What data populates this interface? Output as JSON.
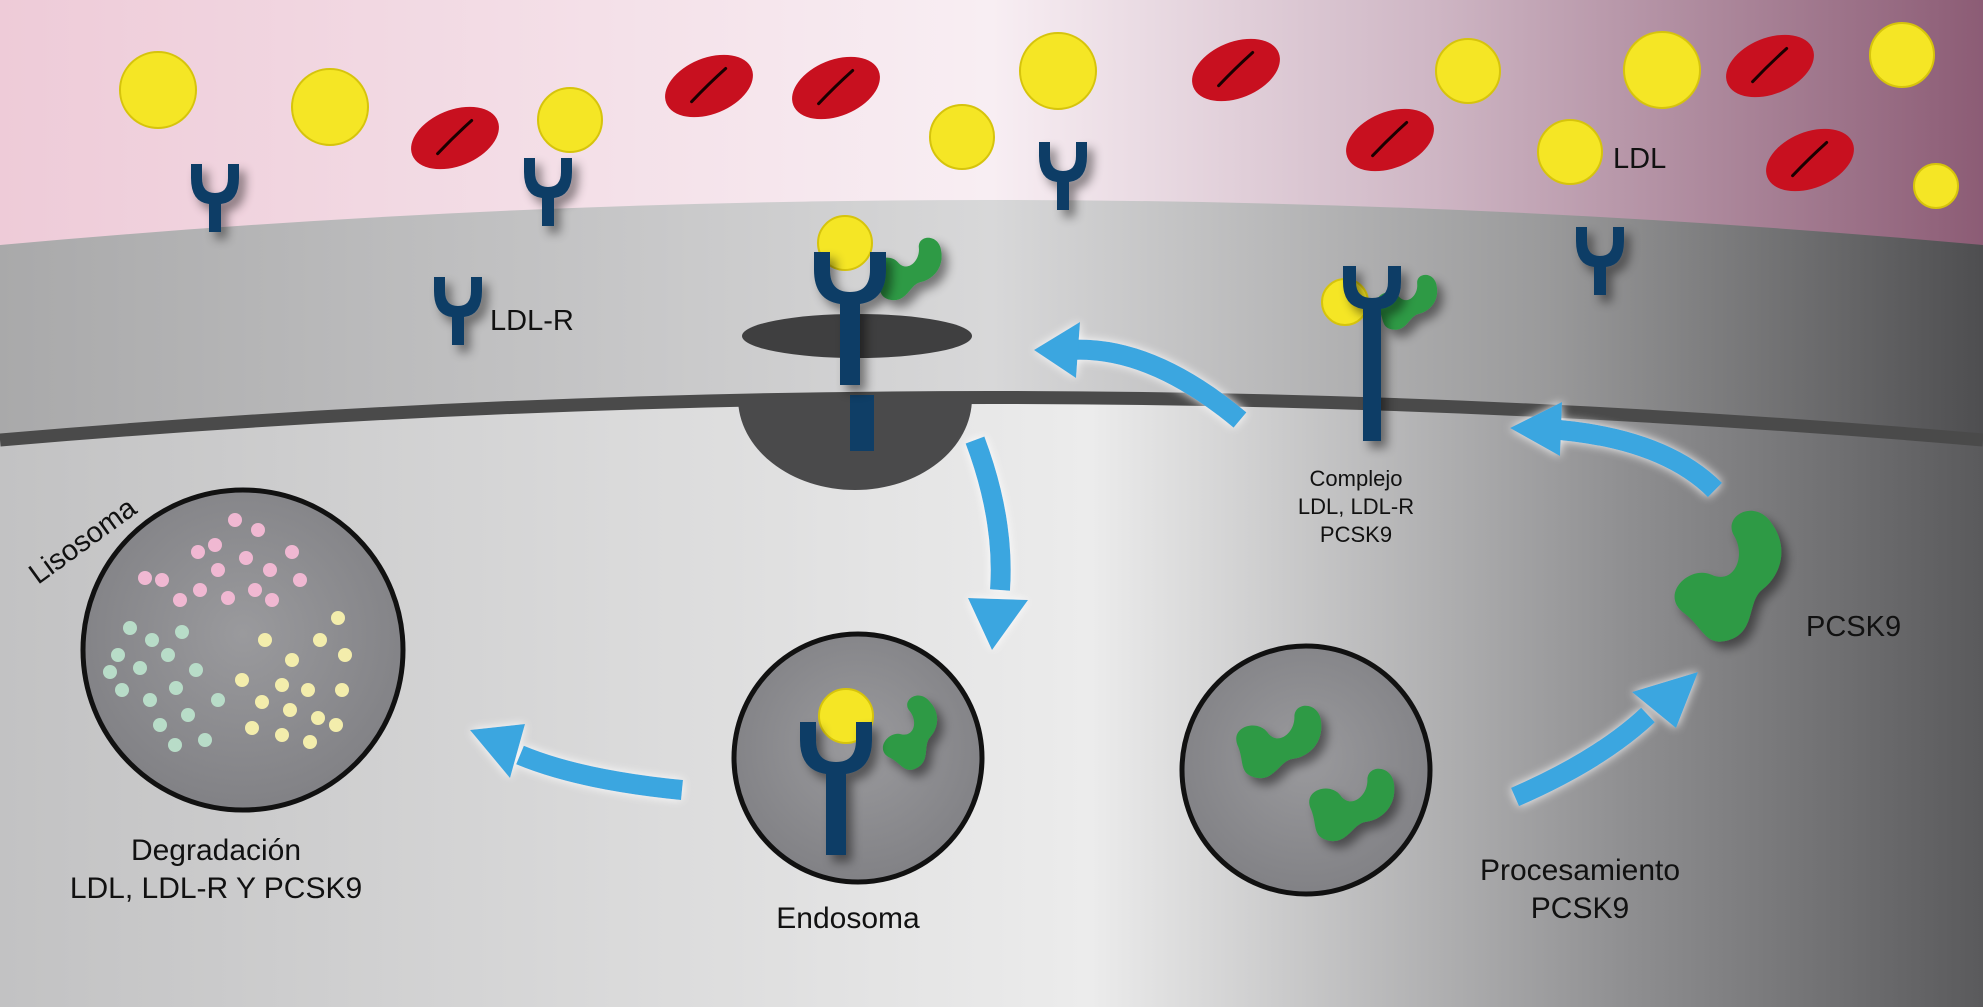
{
  "labels": {
    "ldl": "LDL",
    "ldl_r": "LDL-R",
    "complex_line1": "Complejo",
    "complex_line2": "LDL, LDL-R",
    "complex_line3": "PCSK9",
    "pcsk9": "PCSK9",
    "processing_line1": "Procesamiento",
    "processing_line2": "PCSK9",
    "endosome": "Endosoma",
    "lysosome": "Lisosoma",
    "degradation_line1": "Degradación",
    "degradation_line2": "LDL, LDL-R Y PCSK9"
  },
  "colors": {
    "ldl_particle": "#f5e625",
    "red_blood_cell": "#c8101f",
    "receptor": "#0f3e66",
    "pcsk9": "#2e9a45",
    "arrow": "#3aa6e0",
    "membrane": "#4a4a4a",
    "vesicle_fill": "#8b8b8e"
  }
}
